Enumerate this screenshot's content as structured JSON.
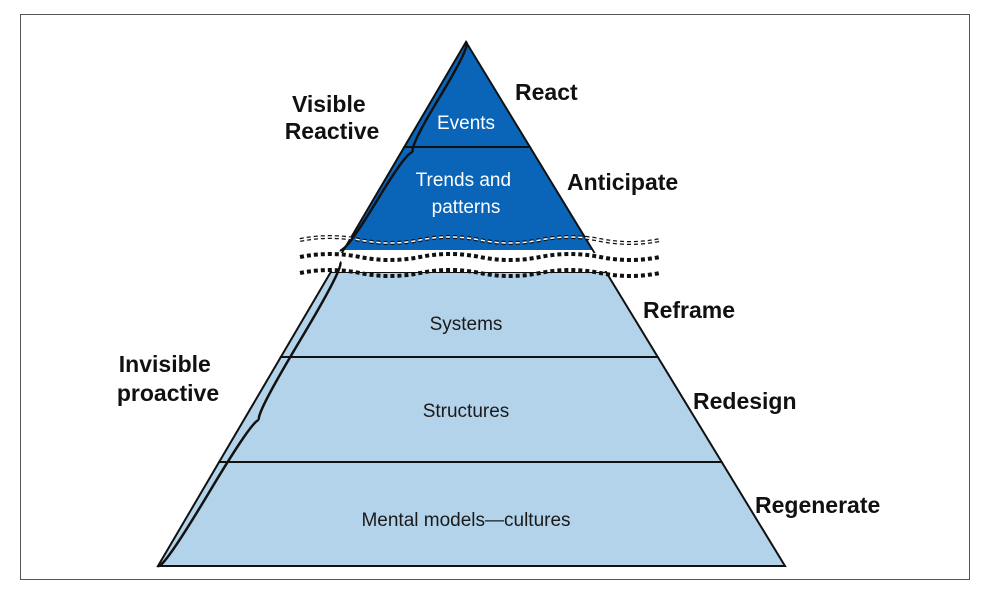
{
  "colors": {
    "dark_blue": "#0a64b8",
    "light_blue": "#b3d3eb",
    "outline": "#111111",
    "dark_text": "#ffffff",
    "light_text": "#1a1a1a"
  },
  "levels": [
    {
      "lines": [
        "Events"
      ],
      "action": "React",
      "tone": "dark"
    },
    {
      "lines": [
        "Trends and",
        "patterns"
      ],
      "action": "Anticipate",
      "tone": "dark"
    },
    {
      "lines": [
        "Systems"
      ],
      "action": "Reframe",
      "tone": "light"
    },
    {
      "lines": [
        "Structures"
      ],
      "action": "Redesign",
      "tone": "light"
    },
    {
      "lines": [
        "Mental models—cultures"
      ],
      "action": "Regenerate",
      "tone": "light"
    }
  ],
  "groups": {
    "visible": {
      "lines": [
        "Visible",
        "Reactive"
      ]
    },
    "invisible": {
      "lines": [
        "Invisible",
        "proactive"
      ]
    }
  }
}
